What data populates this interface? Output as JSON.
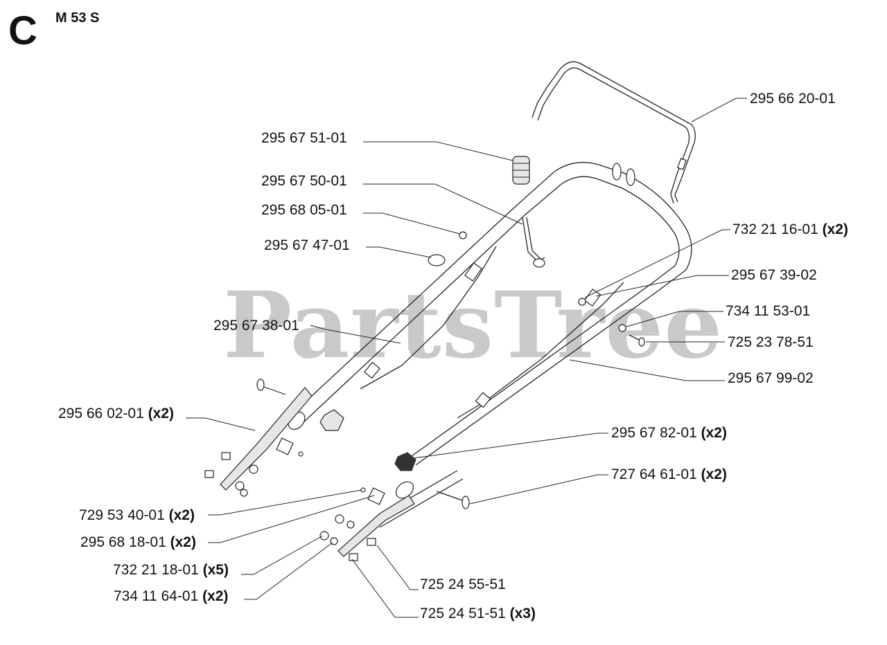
{
  "header": {
    "section": "C",
    "model": "M 53 S"
  },
  "watermark": "PartsTree",
  "parts": [
    {
      "part_number": "295 66 20-01",
      "qty": ""
    },
    {
      "part_number": "295 67 51-01",
      "qty": ""
    },
    {
      "part_number": "295 67 50-01",
      "qty": ""
    },
    {
      "part_number": "295 68 05-01",
      "qty": ""
    },
    {
      "part_number": "295 67 47-01",
      "qty": ""
    },
    {
      "part_number": "732 21 16-01",
      "qty": "(x2)"
    },
    {
      "part_number": "295 67 39-02",
      "qty": ""
    },
    {
      "part_number": "734 11 53-01",
      "qty": ""
    },
    {
      "part_number": "725 23 78-51",
      "qty": ""
    },
    {
      "part_number": "295 67 38-01",
      "qty": ""
    },
    {
      "part_number": "295 67 99-02",
      "qty": ""
    },
    {
      "part_number": "295 66 02-01",
      "qty": "(x2)"
    },
    {
      "part_number": "295 67 82-01",
      "qty": "(x2)"
    },
    {
      "part_number": "727 64 61-01",
      "qty": "(x2)"
    },
    {
      "part_number": "729 53 40-01",
      "qty": "(x2)"
    },
    {
      "part_number": "295 68 18-01",
      "qty": "(x2)"
    },
    {
      "part_number": "732 21 18-01",
      "qty": "(x5)"
    },
    {
      "part_number": "734 11 64-01",
      "qty": "(x2)"
    },
    {
      "part_number": "725 24 55-51",
      "qty": ""
    },
    {
      "part_number": "725 24 51-51",
      "qty": "(x3)"
    }
  ]
}
